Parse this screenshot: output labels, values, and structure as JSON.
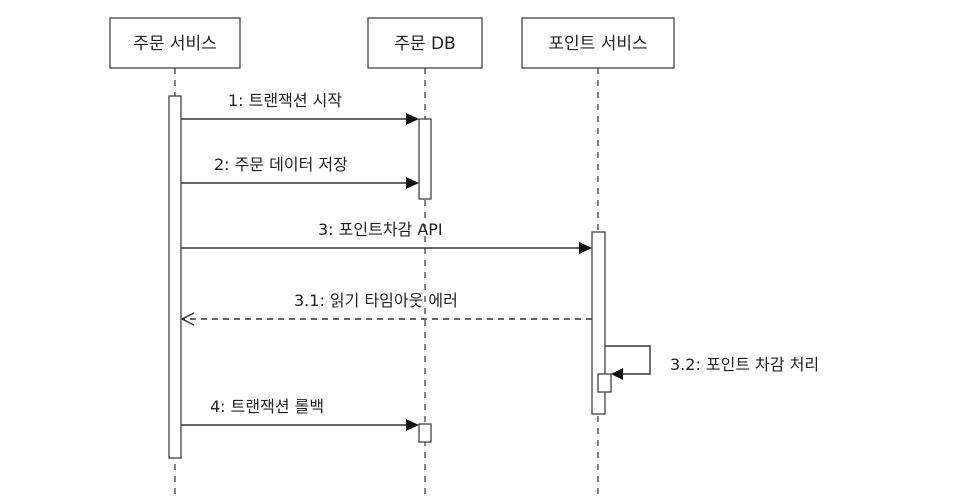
{
  "diagram": {
    "type": "sequence",
    "participants": [
      {
        "id": "order_service",
        "label": "주문 서비스"
      },
      {
        "id": "order_db",
        "label": "주문 DB"
      },
      {
        "id": "point_service",
        "label": "포인트 서비스"
      }
    ],
    "messages": [
      {
        "id": "m1",
        "label": "1: 트랜잭션 시작",
        "from": "order_service",
        "to": "order_db",
        "kind": "sync"
      },
      {
        "id": "m2",
        "label": "2: 주문 데이터 저장",
        "from": "order_service",
        "to": "order_db",
        "kind": "sync"
      },
      {
        "id": "m3",
        "label": "3: 포인트차감 API",
        "from": "order_service",
        "to": "point_service",
        "kind": "sync"
      },
      {
        "id": "m31",
        "label": "3.1: 읽기 타임아웃 에러",
        "from": "point_service",
        "to": "order_service",
        "kind": "return"
      },
      {
        "id": "m32",
        "label": "3.2: 포인트 차감 처리",
        "from": "point_service",
        "to": "point_service",
        "kind": "self"
      },
      {
        "id": "m4",
        "label": "4: 트랜잭션 롤백",
        "from": "order_service",
        "to": "order_db",
        "kind": "sync"
      }
    ]
  }
}
